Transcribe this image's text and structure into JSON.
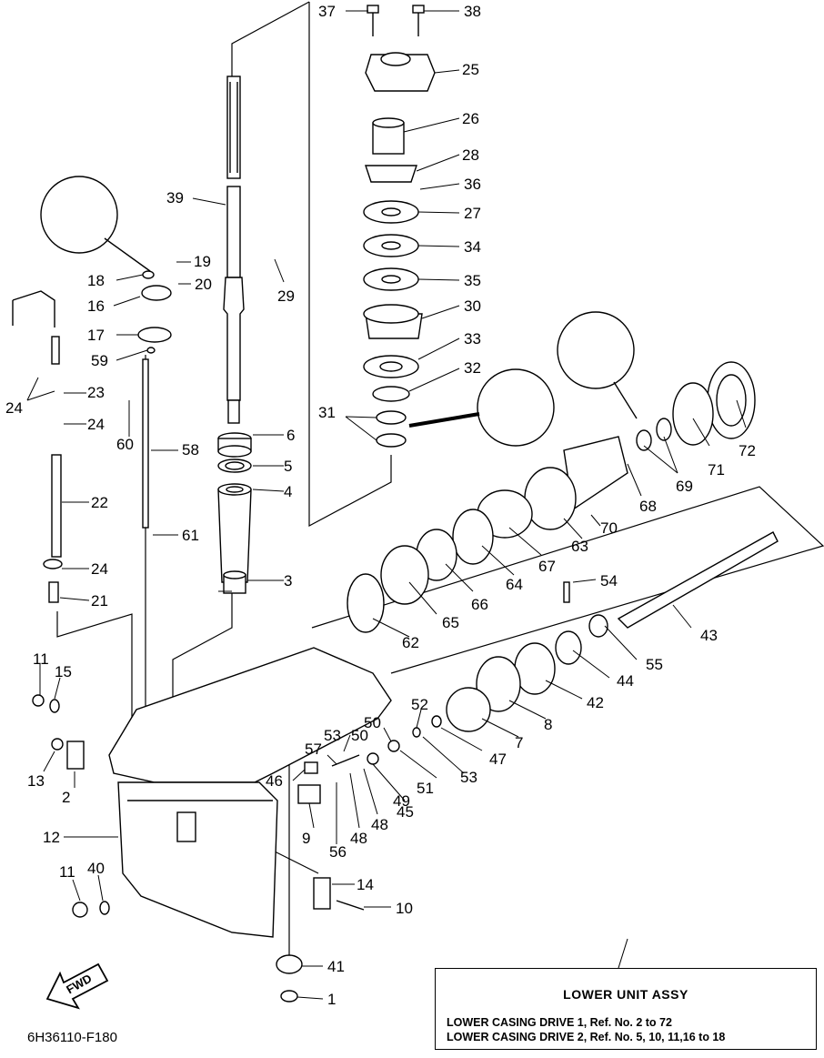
{
  "drawing_code": "6H36110-F180",
  "fwd_label": "FWD",
  "legend": {
    "title": "LOWER UNIT ASSY",
    "line1": "LOWER CASING DRIVE 1,  Ref. No. 2 to 72",
    "line2": "LOWER CASING DRIVE 2,  Ref. No. 5, 10, 11,16 to 18"
  },
  "callouts": [
    "37",
    "38",
    "25",
    "26",
    "28",
    "36",
    "27",
    "34",
    "35",
    "30",
    "33",
    "32",
    "31",
    "39",
    "19",
    "18",
    "20",
    "16",
    "29",
    "17",
    "59",
    "24",
    "23",
    "24",
    "60",
    "58",
    "6",
    "5",
    "4",
    "22",
    "61",
    "24",
    "21",
    "3",
    "72",
    "71",
    "69",
    "68",
    "70",
    "63",
    "67",
    "64",
    "66",
    "65",
    "62",
    "54",
    "43",
    "55",
    "44",
    "42",
    "8",
    "7",
    "47",
    "53",
    "52",
    "50",
    "51",
    "49",
    "50",
    "53",
    "45",
    "48",
    "57",
    "46",
    "48",
    "56",
    "9",
    "11",
    "15",
    "13",
    "2",
    "12",
    "14",
    "10",
    "11",
    "40",
    "41",
    "1"
  ]
}
